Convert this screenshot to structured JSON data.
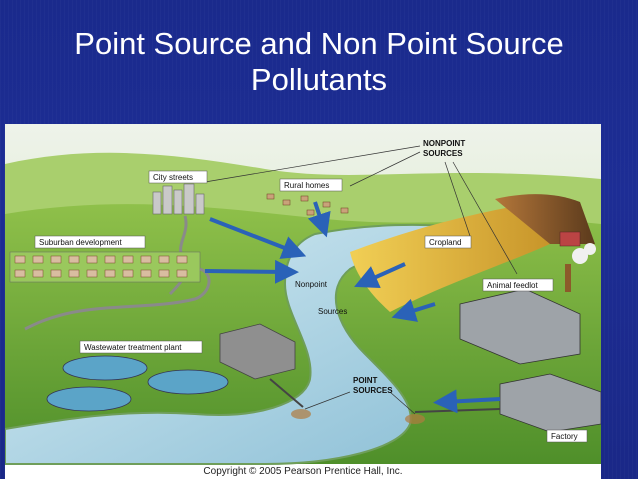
{
  "slide": {
    "title_line1": "Point Source and Non Point Source",
    "title_line2": "Pollutants"
  },
  "figure": {
    "labels": {
      "city_streets": "City streets",
      "rural_homes": "Rural homes",
      "suburban_development": "Suburban development",
      "nonpoint_sources_line1": "NONPOINT",
      "nonpoint_sources_line2": "SOURCES",
      "cropland": "Cropland",
      "animal_feedlot": "Animal feedlot",
      "nonpoint": "Nonpoint",
      "sources": "Sources",
      "wastewater_treatment_plant": "Wastewater treatment plant",
      "point_sources_line1": "POINT",
      "point_sources_line2": "SOURCES",
      "factory": "Factory"
    },
    "copyright": "Copyright © 2005 Pearson Prentice Hall, Inc."
  },
  "colors": {
    "background": "#1d2d95",
    "river": "#a8cfe0",
    "grass": "#7fb23f",
    "cropland": "#e3b63a",
    "arrow": "#2a62b8"
  }
}
